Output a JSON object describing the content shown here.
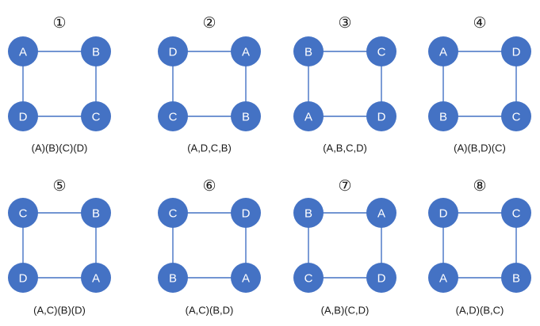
{
  "colors": {
    "node_fill": "#4472c4",
    "node_text": "#ffffff",
    "edge": "#4472c4",
    "text": "#1a1a1a",
    "background": "#ffffff"
  },
  "panels": [
    {
      "number": "①",
      "nodes": {
        "top_left": "A",
        "top_right": "B",
        "bottom_left": "D",
        "bottom_right": "C"
      },
      "caption": "(A)(B)(C)(D)"
    },
    {
      "number": "②",
      "nodes": {
        "top_left": "D",
        "top_right": "A",
        "bottom_left": "C",
        "bottom_right": "B"
      },
      "caption": "(A,D,C,B)"
    },
    {
      "number": "③",
      "nodes": {
        "top_left": "B",
        "top_right": "C",
        "bottom_left": "A",
        "bottom_right": "D"
      },
      "caption": "(A,B,C,D)"
    },
    {
      "number": "④",
      "nodes": {
        "top_left": "A",
        "top_right": "D",
        "bottom_left": "B",
        "bottom_right": "C"
      },
      "caption": "(A)(B,D)(C)"
    },
    {
      "number": "⑤",
      "nodes": {
        "top_left": "C",
        "top_right": "B",
        "bottom_left": "D",
        "bottom_right": "A"
      },
      "caption": "(A,C)(B)(D)"
    },
    {
      "number": "⑥",
      "nodes": {
        "top_left": "C",
        "top_right": "D",
        "bottom_left": "B",
        "bottom_right": "A"
      },
      "caption": "(A,C)(B,D)"
    },
    {
      "number": "⑦",
      "nodes": {
        "top_left": "B",
        "top_right": "A",
        "bottom_left": "C",
        "bottom_right": "D"
      },
      "caption": "(A,B)(C,D)"
    },
    {
      "number": "⑧",
      "nodes": {
        "top_left": "D",
        "top_right": "C",
        "bottom_left": "A",
        "bottom_right": "B"
      },
      "caption": "(A,D)(B,C)"
    }
  ]
}
